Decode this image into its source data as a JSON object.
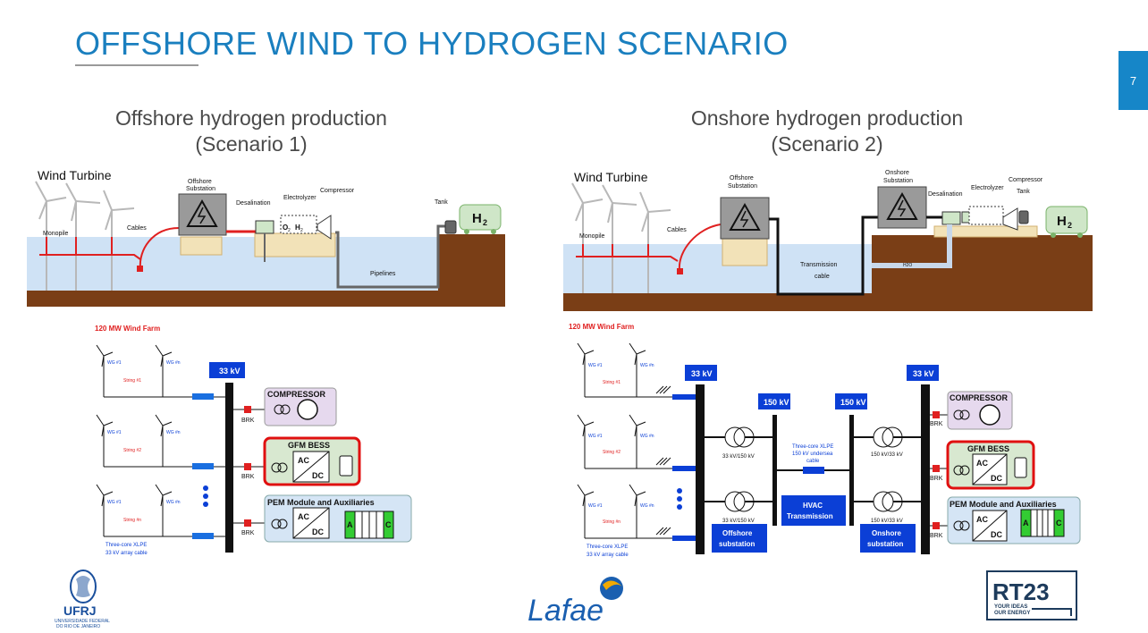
{
  "slide": {
    "title": "OFFSHORE WIND TO HYDROGEN SCENARIO",
    "page_number": "7"
  },
  "scenario1": {
    "heading_line1": "Offshore hydrogen production",
    "heading_line2": "(Scenario 1)",
    "illustration": {
      "wind_turbine": "Wind Turbine",
      "monopile": "Monopile",
      "cables": "Cables",
      "offshore_substation": [
        "Offshore",
        "Substation"
      ],
      "desalination": "Desalination",
      "electrolyzer": "Electrolyzer",
      "compressor": "Compressor",
      "tank": "Tank",
      "pipelines": "Pipelines",
      "h2": "H",
      "h2_sub": "2",
      "o2": "O",
      "o2_sub": "2",
      "h2_small": "H",
      "h2_small_sub": "2"
    },
    "schematic": {
      "farm_label": "120 MW Wind  Farm",
      "bus_label": "33 kV",
      "wg_first": "WG #1",
      "wg_n": "WG #n",
      "strings": [
        "String #1",
        "String #2",
        "String #n"
      ],
      "brk": "BRK",
      "compressor": "COMPRESSOR",
      "bess": "GFM BESS",
      "ac": "AC",
      "dc": "DC",
      "pem": "PEM Module and Auxiliaries",
      "pem_a": "A",
      "pem_c": "C",
      "cable_note_line1": "Three-core XLPE",
      "cable_note_line2": "33 kV array cable"
    }
  },
  "scenario2": {
    "heading_line1": "Onshore hydrogen production",
    "heading_line2": "(Scenario 2)",
    "illustration": {
      "wind_turbine": "Wind Turbine",
      "monopile": "Monopile",
      "cables": "Cables",
      "offshore_substation": [
        "Offshore",
        "Substation"
      ],
      "onshore_substation": [
        "Onshore",
        "Substation"
      ],
      "desalination": "Desalination",
      "electrolyzer": "Electrolyzer",
      "compressor": "Compressor",
      "tank": "Tank",
      "transmission_cable": [
        "Transmission",
        "cable"
      ],
      "h2o": "H2O",
      "h2": "H",
      "h2_sub": "2"
    },
    "schematic": {
      "farm_label": "120 MW Wind  Farm",
      "bus_33_left": "33 kV",
      "bus_150_left": "150 kV",
      "bus_150_right": "150 kV",
      "bus_33_right": "33 kV",
      "wg_first": "WG #1",
      "wg_n": "WG #n",
      "strings": [
        "String #1",
        "String #2",
        "String #n"
      ],
      "tx_offshore": "33 kV/150 kV",
      "tx_onshore": "150 kV/33 kV",
      "undersea_note": [
        "Three-core XLPE",
        "150 kV undersea",
        "cable"
      ],
      "hvac": [
        "HVAC",
        "Transmission"
      ],
      "offshore_sub": [
        "Offshore",
        "substation"
      ],
      "onshore_sub": [
        "Onshore",
        "substation"
      ],
      "brk": "BRK",
      "compressor": "COMPRESSOR",
      "bess": "GFM BESS",
      "ac": "AC",
      "dc": "DC",
      "pem": "PEM Module and Auxiliaries",
      "pem_a": "A",
      "pem_c": "C",
      "cable_note_line1": "Three-core XLPE",
      "cable_note_line2": "33 kV array cable"
    }
  },
  "footer": {
    "ufrj_name": "UFRJ",
    "ufrj_sub1": "UNIVERSIDADE FEDERAL",
    "ufrj_sub2": "DO RIO DE JANEIRO",
    "lafae": "Lafae",
    "rt23": "RT23",
    "rt23_sub1": "YOUR IDEAS",
    "rt23_sub2": "OUR ENERGY"
  },
  "colors": {
    "title_blue": "#1a7fbf",
    "sea": "#cfe2f5",
    "seabed": "#7a3e16",
    "cable_red": "#e02020",
    "bus_blue": "#0b3fd6",
    "bess_border": "#e01010",
    "compressor_fill": "#e6d9ee",
    "bess_fill": "#d8e8d0",
    "pem_fill": "#d5e5f5",
    "pem_green": "#33cc33"
  }
}
